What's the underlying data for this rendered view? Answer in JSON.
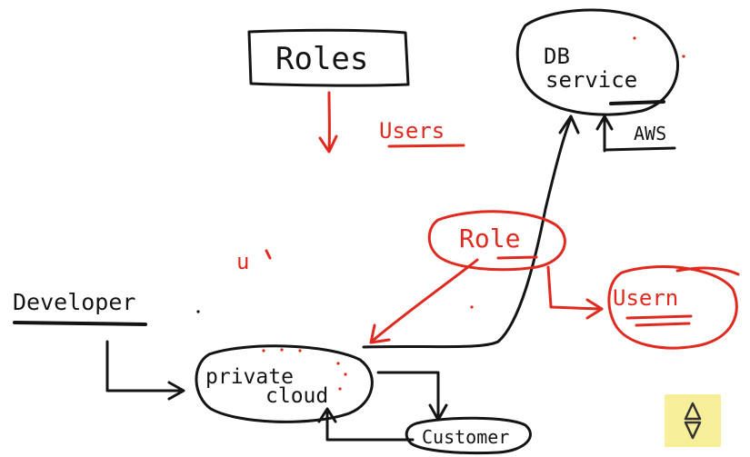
{
  "colors": {
    "ink": "#141414",
    "red": "#e02a1f",
    "badge": "#f7ee9a"
  },
  "labels": {
    "roles": "Roles",
    "users": "Users",
    "db_line1": "DB",
    "db_line2": "service",
    "aws": "AWS",
    "role": "Role",
    "usern": "Usern",
    "up": "u",
    "developer": "Developer",
    "private_line1": "private",
    "private_line2": "cloud",
    "customer": "Customer"
  },
  "icons": {
    "badge": "up-down-arrows-icon"
  }
}
